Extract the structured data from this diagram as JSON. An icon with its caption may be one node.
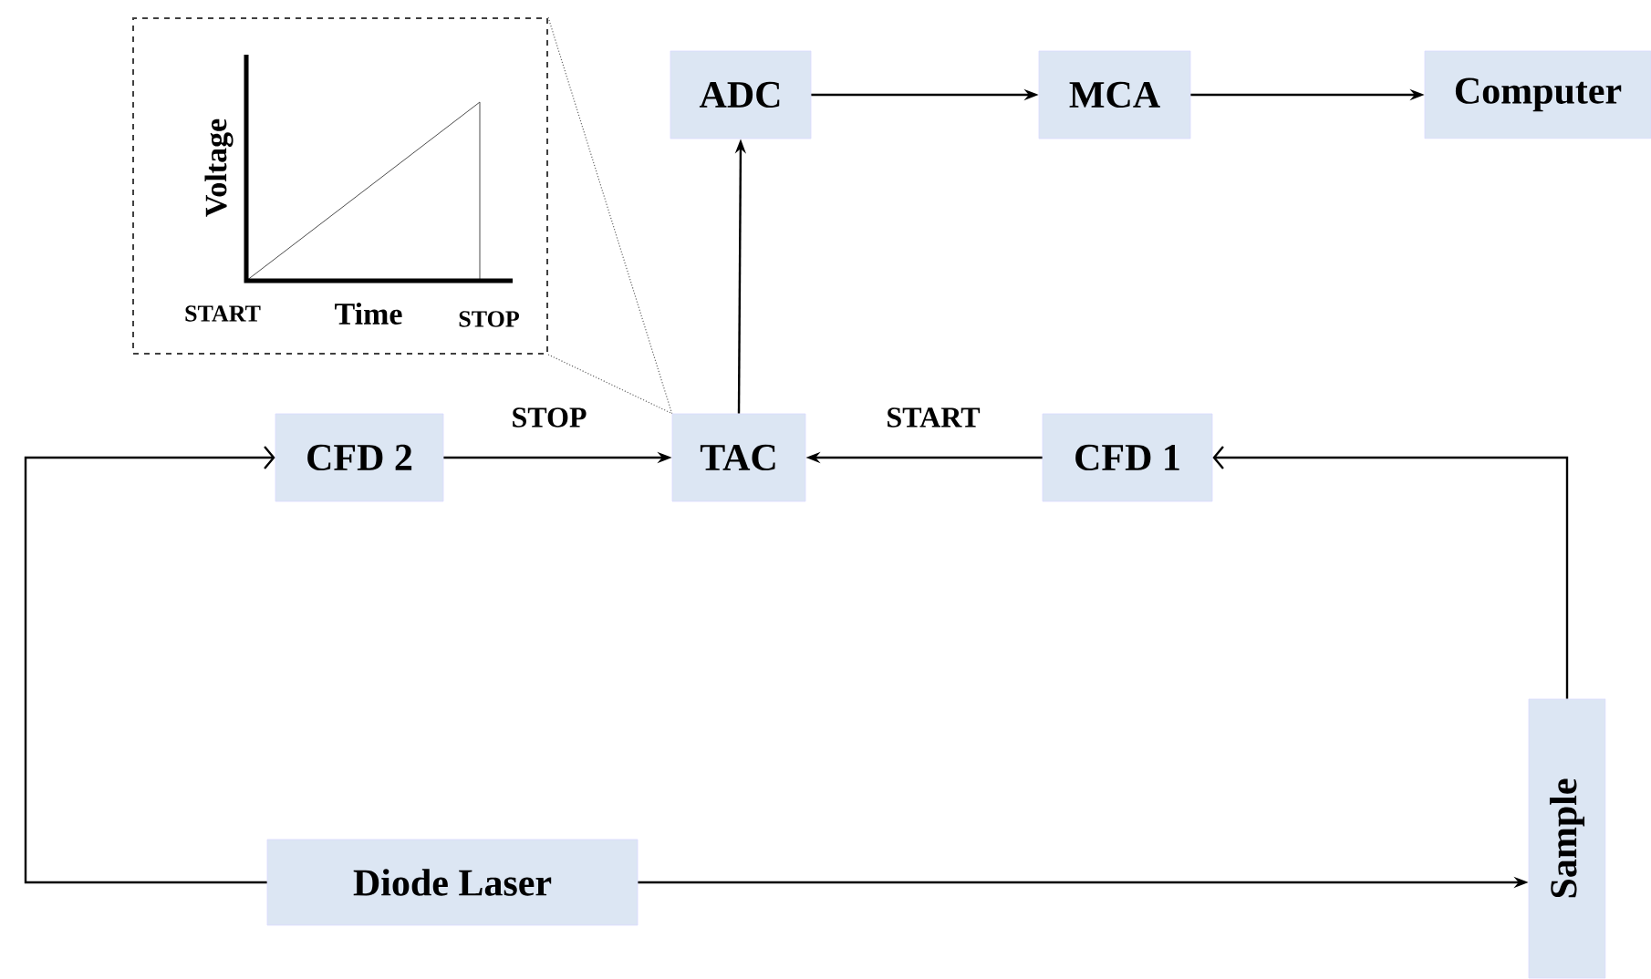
{
  "diagram": {
    "nodes": [
      {
        "text": [
          "Voltage",
          "START",
          "Time",
          "STOP"
        ]
      },
      {
        "text": [
          "ADC"
        ]
      },
      {
        "text": [
          "MCA"
        ]
      },
      {
        "text": [
          "Computer"
        ]
      },
      {
        "text": [
          "CFD 2"
        ]
      },
      {
        "text": [
          "TAC"
        ]
      },
      {
        "text": [
          "CFD 1"
        ]
      },
      {
        "text": [
          "Diode Laser"
        ]
      },
      {
        "text": [
          "Sample"
        ]
      }
    ],
    "edges": [
      {
        "from": 1,
        "to": 2,
        "arrow": "to"
      },
      {
        "from": 2,
        "to": 3,
        "arrow": "to"
      },
      {
        "from": 5,
        "to": 1,
        "arrow": "to"
      },
      {
        "from": 4,
        "to": 5,
        "arrow": "to",
        "label": "STOP"
      },
      {
        "from": 6,
        "to": 5,
        "arrow": "to",
        "label": "START"
      },
      {
        "from": 7,
        "to": 8,
        "arrow": "to"
      },
      {
        "from": 7,
        "to": 4,
        "arrow": "to"
      },
      {
        "from": 8,
        "to": 6,
        "arrow": "to"
      },
      {
        "from": 0,
        "to": 5,
        "arrow": "none",
        "style": "dashed",
        "color": "#666666"
      },
      {
        "from": 0,
        "to": 5,
        "arrow": "none",
        "style": "dashed",
        "color": "#666666"
      }
    ]
  }
}
